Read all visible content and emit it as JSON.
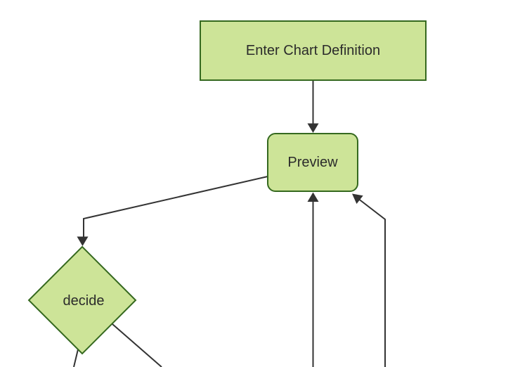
{
  "diagram": {
    "type": "flowchart",
    "direction": "top-down",
    "nodes": {
      "A": {
        "id": "A",
        "label": "Enter Chart Definition",
        "shape": "rectangle"
      },
      "B": {
        "id": "B",
        "label": "Preview",
        "shape": "rounded-rectangle"
      },
      "C": {
        "id": "C",
        "label": "decide",
        "shape": "diamond"
      }
    },
    "edges": [
      {
        "from": "Enter Chart Definition",
        "to": "Preview",
        "arrow": true
      },
      {
        "from": "Preview",
        "to": "decide",
        "arrow": true
      },
      {
        "from": "decide",
        "to": "offscreen-bottom-left",
        "arrow": false
      },
      {
        "from": "decide",
        "to": "offscreen-bottom-right",
        "arrow": false
      },
      {
        "from": "offscreen-bottom-center",
        "to": "Preview",
        "arrow": true
      },
      {
        "from": "offscreen-bottom-far-right",
        "to": "Preview",
        "arrow": true
      }
    ],
    "colors": {
      "node_fill": "#cde498",
      "node_border": "#35691f",
      "edge_line": "#333333",
      "label_text": "#2b2b2b",
      "background": "#ffffff"
    }
  }
}
